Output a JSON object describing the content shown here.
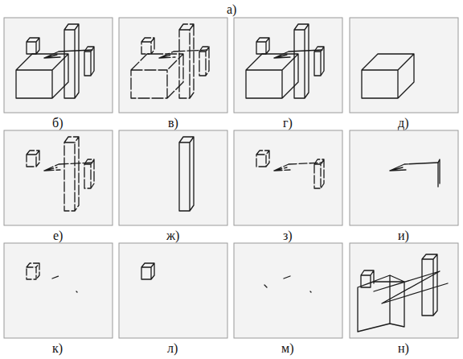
{
  "diagram": {
    "labels": [
      "а)",
      "б)",
      "в)",
      "г)",
      "д)",
      "е)",
      "ж)",
      "з)",
      "и)",
      "к)",
      "л)",
      "м)",
      "н)"
    ]
  }
}
